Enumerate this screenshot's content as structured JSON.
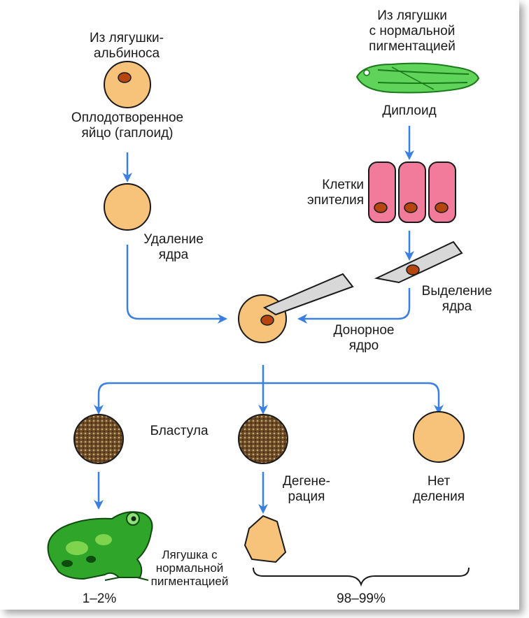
{
  "labels": {
    "albino_source": [
      "Из лягушки-",
      "альбиноса"
    ],
    "fertilized_egg": [
      "Оплодотворенное",
      "яйцо (гаплоид)"
    ],
    "normal_source": [
      "Из лягушки",
      "с нормальной",
      "пигментацией"
    ],
    "diploid": "Диплоид",
    "epithelial_cells": [
      "Клетки",
      "эпителия"
    ],
    "nucleus_removal": [
      "Удаление",
      "ядра"
    ],
    "nucleus_isolation": [
      "Выделение",
      "ядра"
    ],
    "donor_nucleus": [
      "Донорное",
      "ядро"
    ],
    "blastula": "Бластула",
    "degeneration": [
      "Дегене-",
      "рация"
    ],
    "no_division": [
      "Нет",
      "деления"
    ],
    "normal_frog": [
      "Лягушка с",
      "нормальной",
      "пигментацией"
    ],
    "percent_success": "1–2%",
    "percent_failure": "98–99%"
  },
  "colors": {
    "arrow": "#3b7fe0",
    "egg": "#f7c27a",
    "nucleus": "#b5460f",
    "cell": "#f27a9a",
    "blastula": "#6b4a26",
    "tadpole": "#5fd35a",
    "frog": "#2fa52a",
    "blade": "#d8d8d8"
  },
  "icons": {
    "tadpole": "tadpole-icon",
    "frog": "frog-icon",
    "pipette": "micropipette-icon"
  }
}
